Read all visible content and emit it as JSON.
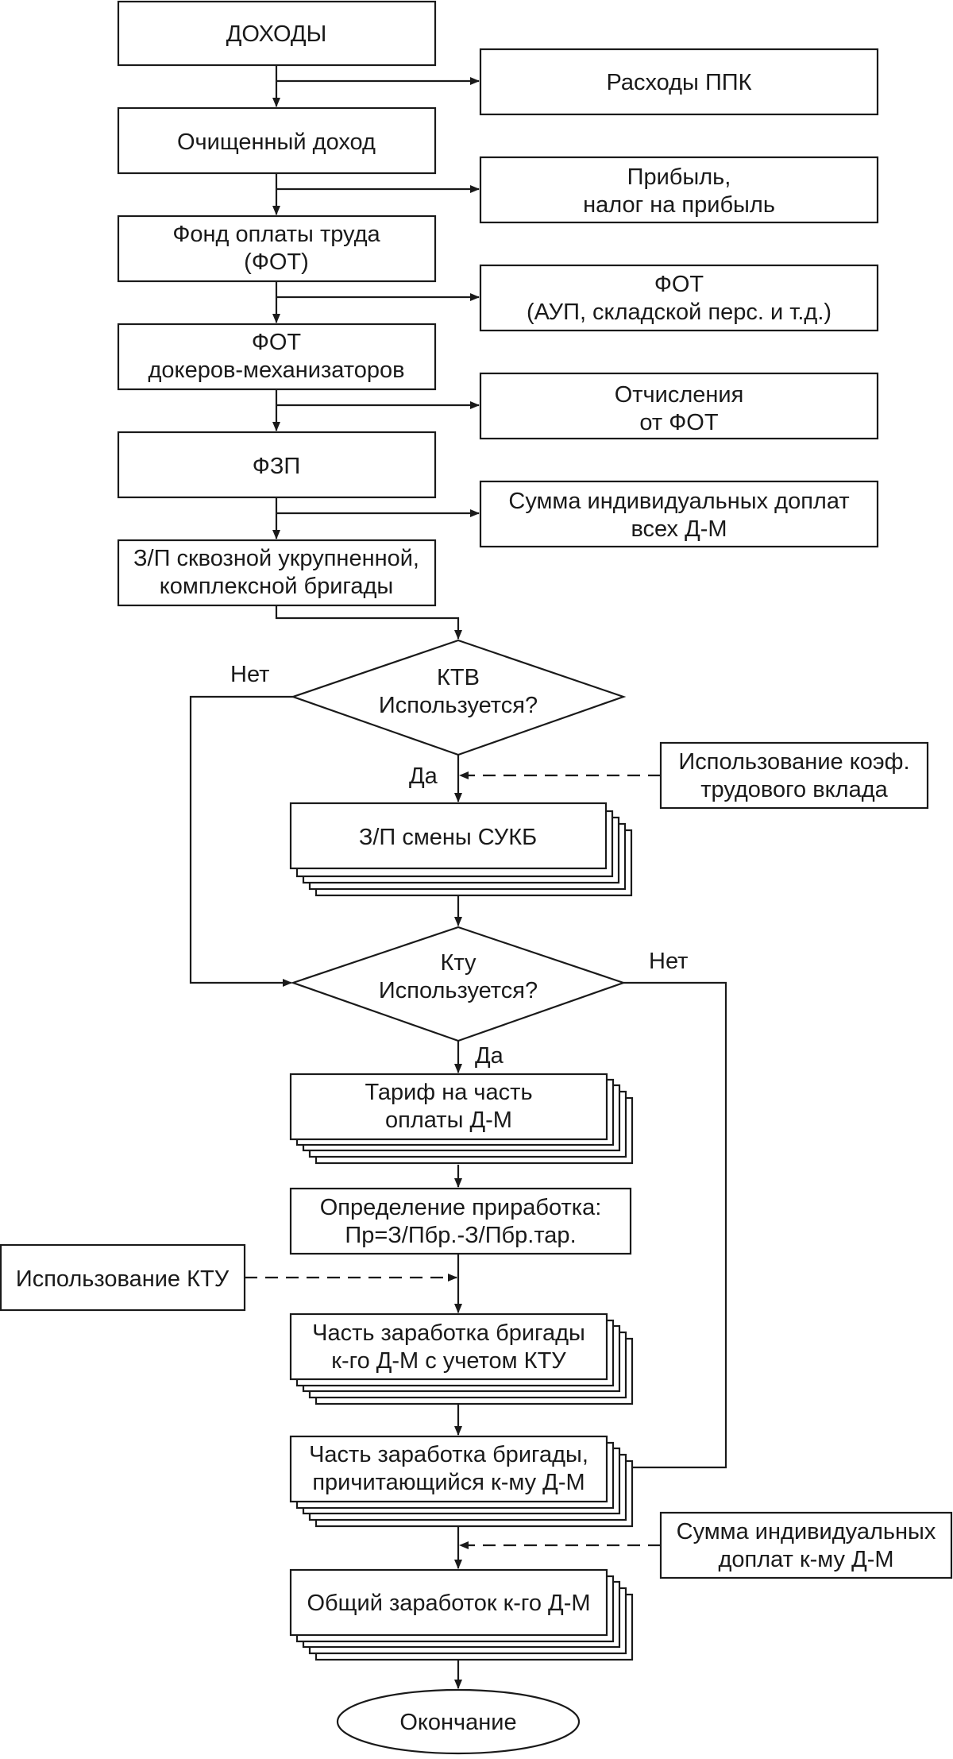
{
  "diagram": {
    "nodes": {
      "income": "ДОХОДЫ",
      "ppk_expenses": "Расходы ППК",
      "net_income": "Очищенный доход",
      "profit_l1": "Прибыль,",
      "profit_l2": "налог на прибыль",
      "fot_l1": "Фонд оплаты труда",
      "fot_l2": "(ФОТ)",
      "fot_aup_l1": "ФОТ",
      "fot_aup_l2": "(АУП, складской перс. и т.д.)",
      "fot_dockers_l1": "ФОТ",
      "fot_dockers_l2": "докеров-механизаторов",
      "deductions_l1": "Отчисления",
      "deductions_l2": "от ФОТ",
      "fzp": "ФЗП",
      "indiv_all_l1": "Сумма индивидуальных доплат",
      "indiv_all_l2": "всех Д-М",
      "brigade_pay_l1": "З/П сквозной укрупненной,",
      "brigade_pay_l2": "комплексной бригады",
      "ktv_q_l1": "КТВ",
      "ktv_q_l2": "Используется?",
      "ktv_usage_l1": "Использование коэф.",
      "ktv_usage_l2": "трудового вклада",
      "shift_pay": "З/П смены СУКБ",
      "ktu_q_l1": "Кту",
      "ktu_q_l2": "Используется?",
      "tariff_l1": "Тариф на часть",
      "tariff_l2": "оплаты Д-М",
      "extra_l1": "Определение приработка:",
      "extra_l2": "Пр=З/Пбр.-З/Пбр.тар.",
      "ktu_usage": "Использование КТУ",
      "part_ktu_l1": "Часть заработка бригады",
      "part_ktu_l2": "к-го Д-М с учетом КТУ",
      "part_due_l1": "Часть заработка бригады,",
      "part_due_l2": "причитающийся к-му Д-М",
      "indiv_k_l1": "Сумма индивидуальных",
      "indiv_k_l2": "доплат к-му Д-М",
      "total_k": "Общий заработок к-го Д-М",
      "end": "Окончание"
    },
    "edge_labels": {
      "ktv_no": "Нет",
      "ktv_yes": "Да",
      "ktu_no": "Нет",
      "ktu_yes": "Да"
    }
  }
}
